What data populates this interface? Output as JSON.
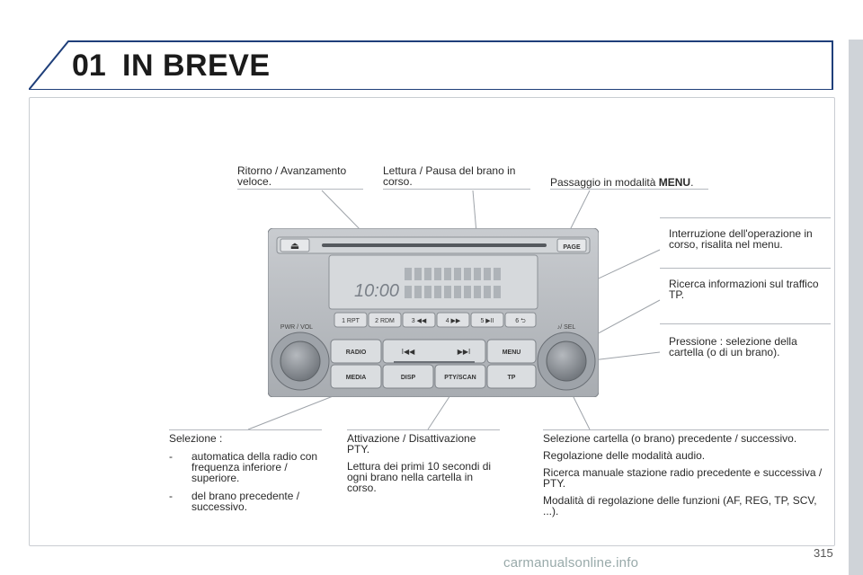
{
  "header": {
    "number": "01",
    "title": "IN BREVE"
  },
  "page_number": "315",
  "watermark": "carmanualsonline.info",
  "callouts": {
    "rewind_ff": "Ritorno / Avanzamento veloce.",
    "play_pause": "Lettura / Pausa del brano in corso.",
    "menu_mode_prefix": "Passaggio in modalità ",
    "menu_mode_bold": "MENU",
    "menu_mode_suffix": ".",
    "interrupt": "Interruzione dell'operazione in corso, risalita nel menu.",
    "traffic": "Ricerca informazioni sul traffico TP.",
    "press_select": "Pressione : selezione della cartella (o di un brano).",
    "activation_title": "Attivazione / Disattivazione PTY.",
    "activation_desc": "Lettura dei primi 10 secondi di ogni brano nella cartella in corso.",
    "selection_title": "Selezione :",
    "selection_items": [
      "automatica della radio con frequenza inferiore / superiore.",
      "del brano precedente / successivo."
    ],
    "bottom_right": [
      "Selezione cartella (o brano) precedente / successivo.",
      "Regolazione delle modalità audio.",
      "Ricerca manuale stazione radio precedente e successiva / PTY.",
      "Modalità di regolazione delle funzioni (AF, REG, TP, SCV, ...)."
    ]
  },
  "radio": {
    "eject": "⏏",
    "page": "PAGE",
    "clock": "10:00",
    "pwr_vol": "PWR / VOL",
    "sel": "♪/ SEL",
    "preset_labels": [
      "1 RPT",
      "2 RDM",
      "3 ◀◀",
      "4 ▶▶",
      "5 ▶II",
      "6 ⮌"
    ],
    "radio_btn": "RADIO",
    "media_btn": "MEDIA",
    "disp_btn": "DISP",
    "ptyscan_btn": "PTY/SCAN",
    "menu_btn": "MENU",
    "tp_btn": "TP",
    "prev_icon": "I◀◀",
    "next_icon": "▶▶I"
  },
  "colors": {
    "bezel": "#b9bdc2",
    "display": "#d6d9dc",
    "knob": "#8a8f95",
    "frame": "#c9cdd2"
  }
}
